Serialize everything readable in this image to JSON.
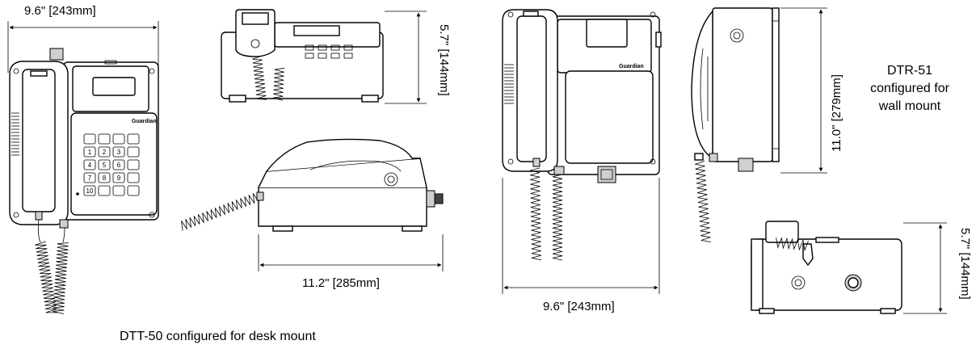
{
  "dimensions": {
    "desk_front_width": "9.6\" [243mm]",
    "desk_top_height": "5.7\" [144mm]",
    "desk_side_length": "11.2\" [285mm]",
    "wall_front_width": "9.6\" [243mm]",
    "wall_side_height": "11.0\" [279mm]",
    "wall_top_height": "5.7\" [144mm]"
  },
  "captions": {
    "desk": "DTT-50 configured for desk mount",
    "wall_line1": "DTR-51",
    "wall_line2": "configured for",
    "wall_line3": "wall mount"
  },
  "brand": {
    "desk_logo": "Guardian",
    "wall_logo": "Guardian"
  },
  "keypad": {
    "keys": [
      "",
      "",
      "",
      "",
      "1",
      "2",
      "3",
      "",
      "4",
      "5",
      "6",
      "",
      "7",
      "8",
      "9",
      "",
      "10",
      "",
      "",
      ""
    ]
  }
}
